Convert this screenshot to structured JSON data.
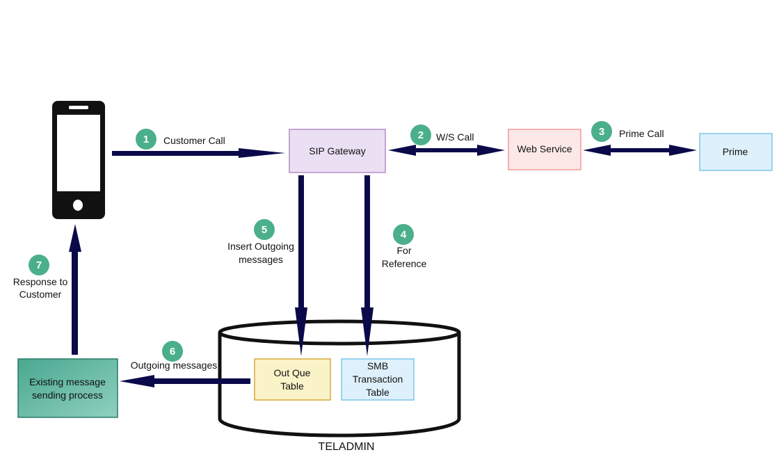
{
  "nodes": {
    "sip_gateway": {
      "label": "SIP Gateway",
      "fill": "#ebe0f3",
      "stroke": "#b48cc8"
    },
    "web_service": {
      "label": "Web Service",
      "fill": "#fde8e8",
      "stroke": "#f09a9a"
    },
    "prime": {
      "label": "Prime",
      "fill": "#def0fb",
      "stroke": "#7ec6ea"
    },
    "existing_process": {
      "lines": [
        "Existing message",
        "sending process"
      ],
      "fill": "#5fb8a3",
      "stroke": "#2a7a66"
    },
    "out_que_table": {
      "lines": [
        "Out Que",
        "Table"
      ],
      "fill": "#fbf3c8",
      "stroke": "#d8a73a"
    },
    "smb_table": {
      "lines": [
        "SMB",
        "Transaction",
        "Table"
      ],
      "fill": "#def0fb",
      "stroke": "#7ec6ea"
    },
    "database": {
      "label": "TELADMIN"
    }
  },
  "steps": [
    {
      "num": "1",
      "lines": [
        "Customer Call"
      ]
    },
    {
      "num": "2",
      "lines": [
        "W/S Call"
      ]
    },
    {
      "num": "3",
      "lines": [
        "Prime Call"
      ]
    },
    {
      "num": "4",
      "lines": [
        "For",
        "Reference"
      ]
    },
    {
      "num": "5",
      "lines": [
        "Insert Outgoing",
        "messages"
      ]
    },
    {
      "num": "6",
      "lines": [
        "Outgoing messages"
      ]
    },
    {
      "num": "7",
      "lines": [
        "Response to",
        "Customer"
      ]
    }
  ],
  "colors": {
    "arrow": "#0a0a4a",
    "step_badge": "#4aaf8a",
    "phone": "#111111"
  },
  "icons": {
    "phone": "smartphone-icon"
  }
}
